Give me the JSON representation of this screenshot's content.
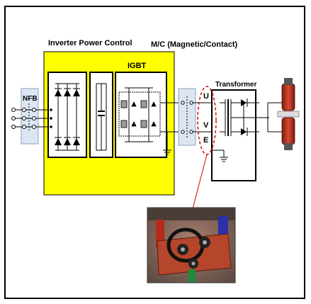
{
  "labels": {
    "inverter_power_control": "Inverter Power Control",
    "mc": "M/C (Magnetic/Contact)",
    "igbt": "IGBT",
    "transformer": "Transformer",
    "nfb": "NFB",
    "u": "U",
    "v": "V",
    "e": "E"
  },
  "colors": {
    "inverter_fill": "#ffff00",
    "nfb_fill": "#dce6f2",
    "mc_fill": "#dce6f2",
    "highlight": "#e00000",
    "electrode": "#c0392b",
    "photo_copper": "#b5462b",
    "photo_bg": "#8a6a5a"
  }
}
